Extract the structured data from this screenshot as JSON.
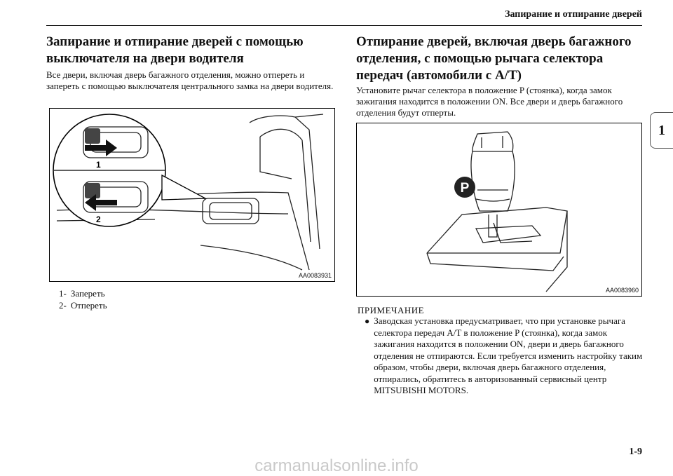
{
  "header": {
    "running_title": "Запирание и отпирание дверей"
  },
  "chapter_tab": "1",
  "left": {
    "title": "Запирание и отпирание дверей с помощью выключателя на двери водителя",
    "text": "Все двери, включая дверь багажного отделения, можно отпереть и запереть с помощью выключателя центрального замка на двери водителя.",
    "figure": {
      "code": "AA0083931",
      "callouts": [
        "1",
        "2"
      ]
    },
    "legend": [
      {
        "num": "1-",
        "label": "Запереть"
      },
      {
        "num": "2-",
        "label": "Отпереть"
      }
    ]
  },
  "right": {
    "title": "Отпирание дверей, включая дверь багажного отделения, с помощью рычага селектора передач (автомобили с A/T)",
    "text": "Установите рычаг селектора в положение P (стоянка), когда замок зажигания находится в положении ON. Все двери и дверь багажного отделения будут отперты.",
    "figure": {
      "code": "AA0083960",
      "p_label": "P"
    },
    "note_heading": "ПРИМЕЧАНИЕ",
    "note_bullet": "●",
    "note_text": "Заводская установка предусматривает, что при установке рычага селектора передач A/T в положение P (стоянка), когда замок зажигания находится в положении ON, двери и дверь багажного отделения не отпираются. Если требуется изменить настройку таким образом, чтобы двери, включая дверь багажного отделения, отпирались, обратитесь в авторизованный сервисный центр MITSUBISHI MOTORS."
  },
  "page_number": "1-9",
  "watermark": "carmanualsonline.info"
}
